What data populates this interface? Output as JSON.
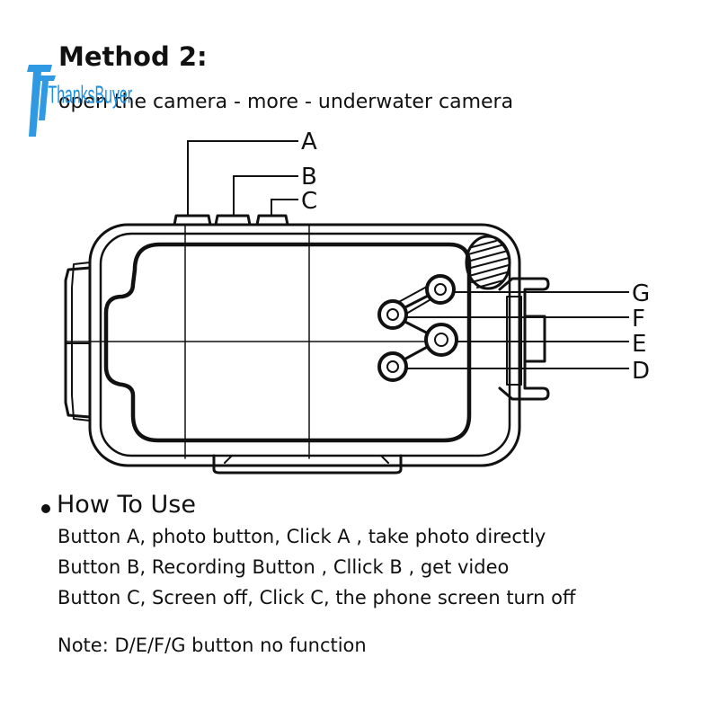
{
  "heading": {
    "title": "Method 2:",
    "subtitle": "open the camera - more - underwater camera"
  },
  "watermark": {
    "text": "ThanksBuyer",
    "color": "#1a8fe0"
  },
  "diagram": {
    "callouts": [
      "A",
      "B",
      "C",
      "G",
      "F",
      "E",
      "D"
    ]
  },
  "instructions": {
    "heading": "How To Use",
    "steps": [
      "Button A, photo button, Click A , take photo directly",
      "Button B, Recording Button , Cllick B , get video",
      "Button C, Screen off, Click C, the phone screen turn off"
    ],
    "note": "Note: D/E/F/G button no function"
  }
}
